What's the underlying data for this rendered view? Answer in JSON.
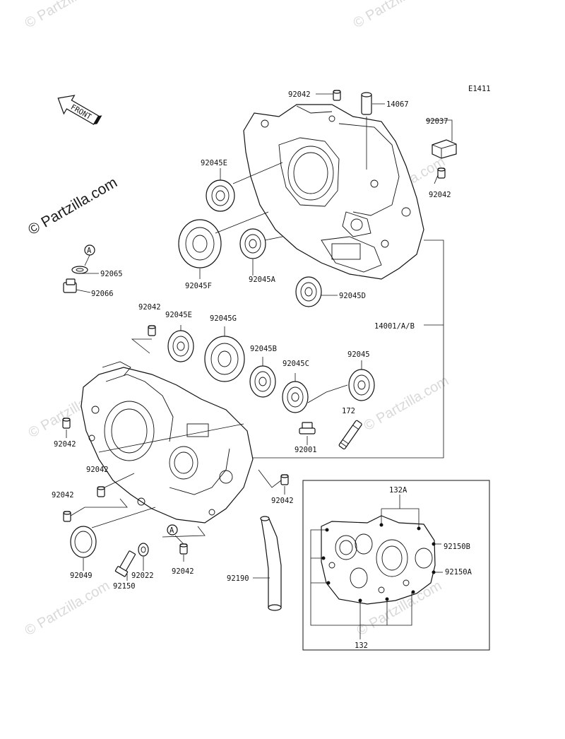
{
  "diagram_code": "E1411",
  "front_label": "FRONT",
  "watermark_main": "© Partzilla.com",
  "watermark_tile": "© Partzilla.com",
  "callouts": {
    "a_top": "A",
    "a_bottom": "A"
  },
  "parts": {
    "p92042_top": "92042",
    "p14067": "14067",
    "p92037": "92037",
    "p92042_right": "92042",
    "p92045E_top": "92045E",
    "p92065": "92065",
    "p92066": "92066",
    "p92045F": "92045F",
    "p92045A": "92045A",
    "p92045D": "92045D",
    "p14001": "14001/A/B",
    "p92042_mid": "92042",
    "p92045E_mid": "92045E",
    "p92045G": "92045G",
    "p92045B": "92045B",
    "p92045C": "92045C",
    "p92045": "92045",
    "p172": "172",
    "p92001": "92001",
    "p92042_l1": "92042",
    "p92042_l2": "92042",
    "p92042_l3": "92042",
    "p92042_r2": "92042",
    "p92049": "92049",
    "p92150": "92150",
    "p92022": "92022",
    "p92042_bot": "92042",
    "p92190": "92190",
    "p132A": "132A",
    "p92150B": "92150B",
    "p92150A": "92150A",
    "p132": "132"
  }
}
